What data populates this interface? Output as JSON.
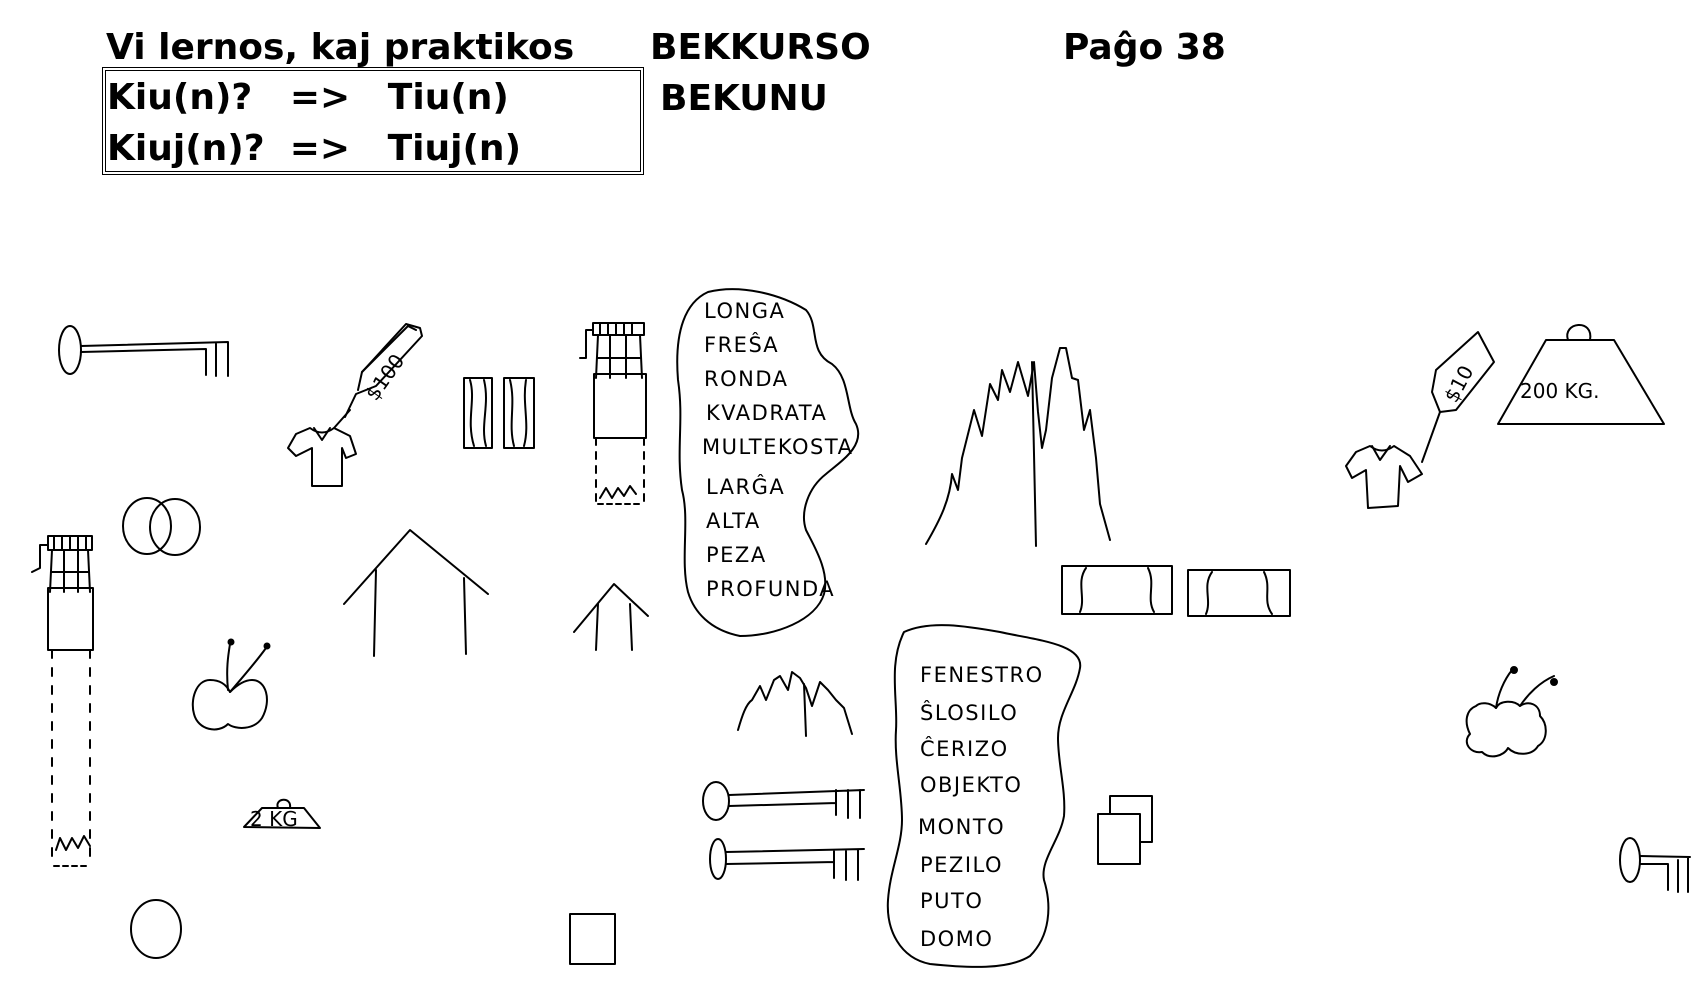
{
  "header": {
    "title": "Vi lernos, kaj praktikos",
    "course": "BEKKURSO",
    "page": "Paĝo 38",
    "subtitle": "BEKUNU"
  },
  "grammar_box": {
    "row1": "Kiu(n)?   =>   Tiu(n)",
    "row2": "Kiuj(n)?  =>   Tiuj(n)"
  },
  "adjectives_cloud": [
    "LONGA",
    "FREŜA",
    "RONDA",
    "KVADRATA",
    "MULTEKOSTA",
    "LARĜA",
    "ALTA",
    "PEZA",
    "PROFUNDA"
  ],
  "nouns_cloud": [
    "FENESTRO",
    "ŜLOSILO",
    "ĈERIZO",
    "OBJEKTO",
    "MONTO",
    "PEZILO",
    "PUTO",
    "DOMO"
  ],
  "price_tags": {
    "shirt_left": "$100",
    "shirt_right": "$10"
  },
  "weights": {
    "small": "2 KG",
    "large": "200 KG."
  },
  "icons": [
    "key",
    "shirt",
    "price-tag",
    "window",
    "well",
    "apple",
    "cherry",
    "house",
    "mountain",
    "weight",
    "square",
    "circle"
  ]
}
